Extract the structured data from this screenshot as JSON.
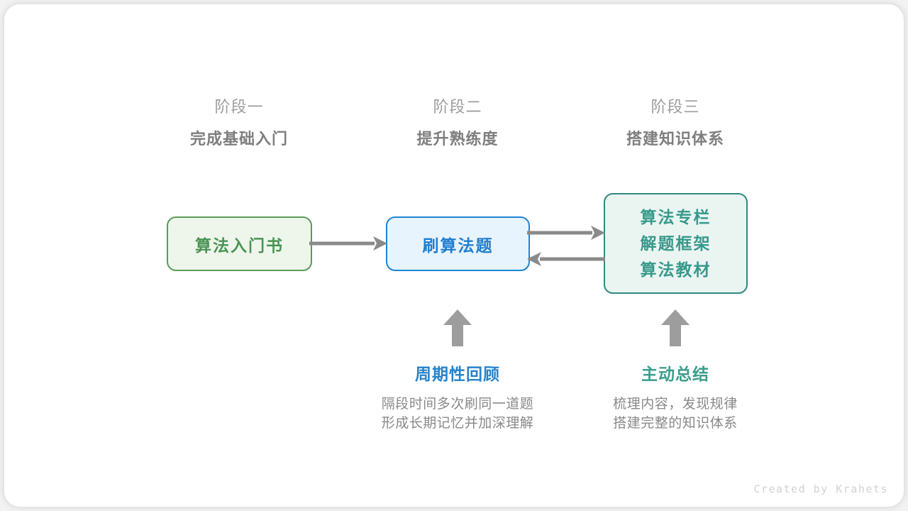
{
  "canvas": {
    "background": "#f2f2f2",
    "card_background": "#ffffff"
  },
  "stages": [
    {
      "sub": "阶段一",
      "title": "完成基础入门"
    },
    {
      "sub": "阶段二",
      "title": "提升熟练度"
    },
    {
      "sub": "阶段三",
      "title": "搭建知识体系"
    }
  ],
  "nodes": {
    "book": {
      "label": "算法入门书",
      "border_color": "#5a9c58",
      "text_color": "#4a9354",
      "fill_color": "#eef6ec"
    },
    "practice": {
      "label": "刷算法题",
      "border_color": "#1a85d6",
      "text_color": "#1f7ecf",
      "fill_color": "#e8f4fd"
    },
    "resources": {
      "lines": [
        "算法专栏",
        "解题框架",
        "算法教材"
      ],
      "border_color": "#31897f",
      "text_color": "#37998b",
      "fill_color": "#eaf5f2"
    }
  },
  "arrows": {
    "color": "#8a8a8a",
    "book_to_practice": "arrow-right-icon",
    "practice_to_resources": "arrow-right-icon",
    "resources_to_practice": "arrow-left-icon",
    "up_to_practice": "arrow-up-icon",
    "up_to_resources": "arrow-up-icon"
  },
  "practice_blocks": [
    {
      "title": "周期性回顾",
      "title_color": "#2683cc",
      "desc_line_1": "隔段时间多次刷同一道题",
      "desc_line_2": "形成长期记忆并加深理解"
    },
    {
      "title": "主动总结",
      "title_color": "#3b9d8c",
      "desc_line_1": "梳理内容，发现规律",
      "desc_line_2": "搭建完整的知识体系"
    }
  ],
  "footer": {
    "credit": "Created by Krahets"
  }
}
